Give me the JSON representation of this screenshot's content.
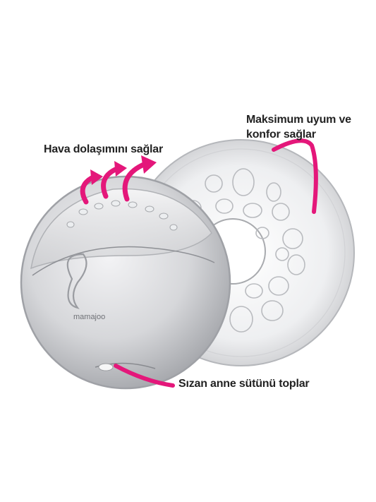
{
  "product": {
    "brand_mark": "mamajoo",
    "callouts": {
      "air": "Hava dolaşımını sağlar",
      "comfort_line1": "Maksimum uyum ve",
      "comfort_line2": "konfor sağlar",
      "collect": "Sızan anne sütünü toplar"
    }
  },
  "colors": {
    "accent": "#e4177a",
    "shell": "#d9dadd",
    "shell_edge": "#a9abb0",
    "text": "#222222",
    "background": "#ffffff"
  }
}
